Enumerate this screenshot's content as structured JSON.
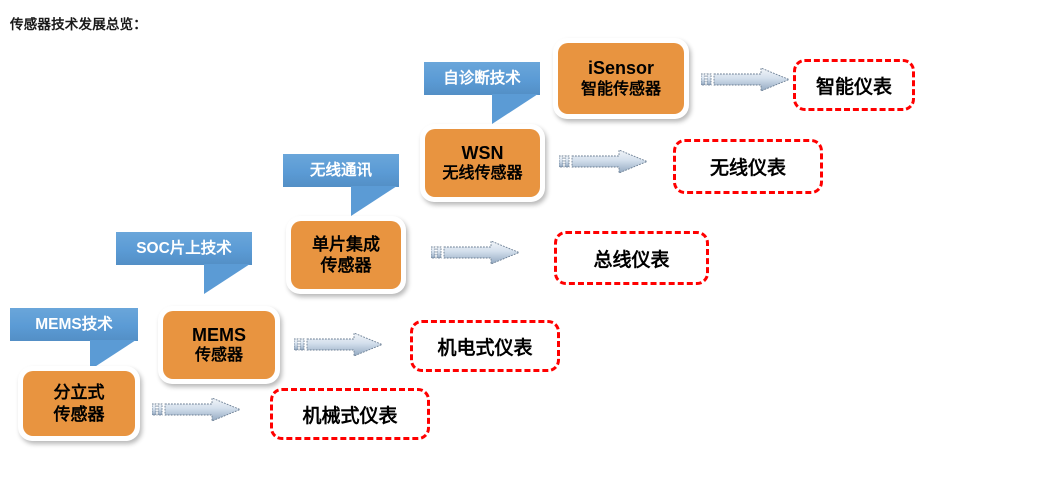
{
  "page": {
    "title": "传感器技术发展总览：",
    "background": "#ffffff"
  },
  "colors": {
    "callout_blue": "#5b9bd5",
    "sensor_orange": "#e89440",
    "instrument_red": "#ff0000",
    "arrow_light": "#e9eef5",
    "arrow_dark": "#8fa5bd",
    "text_dark": "#000000",
    "text_light": "#ffffff"
  },
  "diagram": {
    "type": "staircase-evolution",
    "rows": [
      {
        "id": "row-isensor",
        "callout": "自诊断技术",
        "sensor_line1": "iSensor",
        "sensor_line2": "智能传感器",
        "instrument": "智能仪表"
      },
      {
        "id": "row-wsn",
        "callout": "无线通讯",
        "sensor_line1": "WSN",
        "sensor_line2": "无线传感器",
        "instrument": "无线仪表"
      },
      {
        "id": "row-soc",
        "callout": "SOC片上技术",
        "sensor_line1": "单片集成",
        "sensor_line2": "传感器",
        "instrument": "总线仪表"
      },
      {
        "id": "row-mems",
        "callout": "MEMS技术",
        "sensor_line1": "MEMS",
        "sensor_line2": "传感器",
        "instrument": "机电式仪表"
      },
      {
        "id": "row-discrete",
        "callout": "",
        "sensor_line1": "分立式",
        "sensor_line2": "传感器",
        "instrument": "机械式仪表"
      }
    ]
  }
}
